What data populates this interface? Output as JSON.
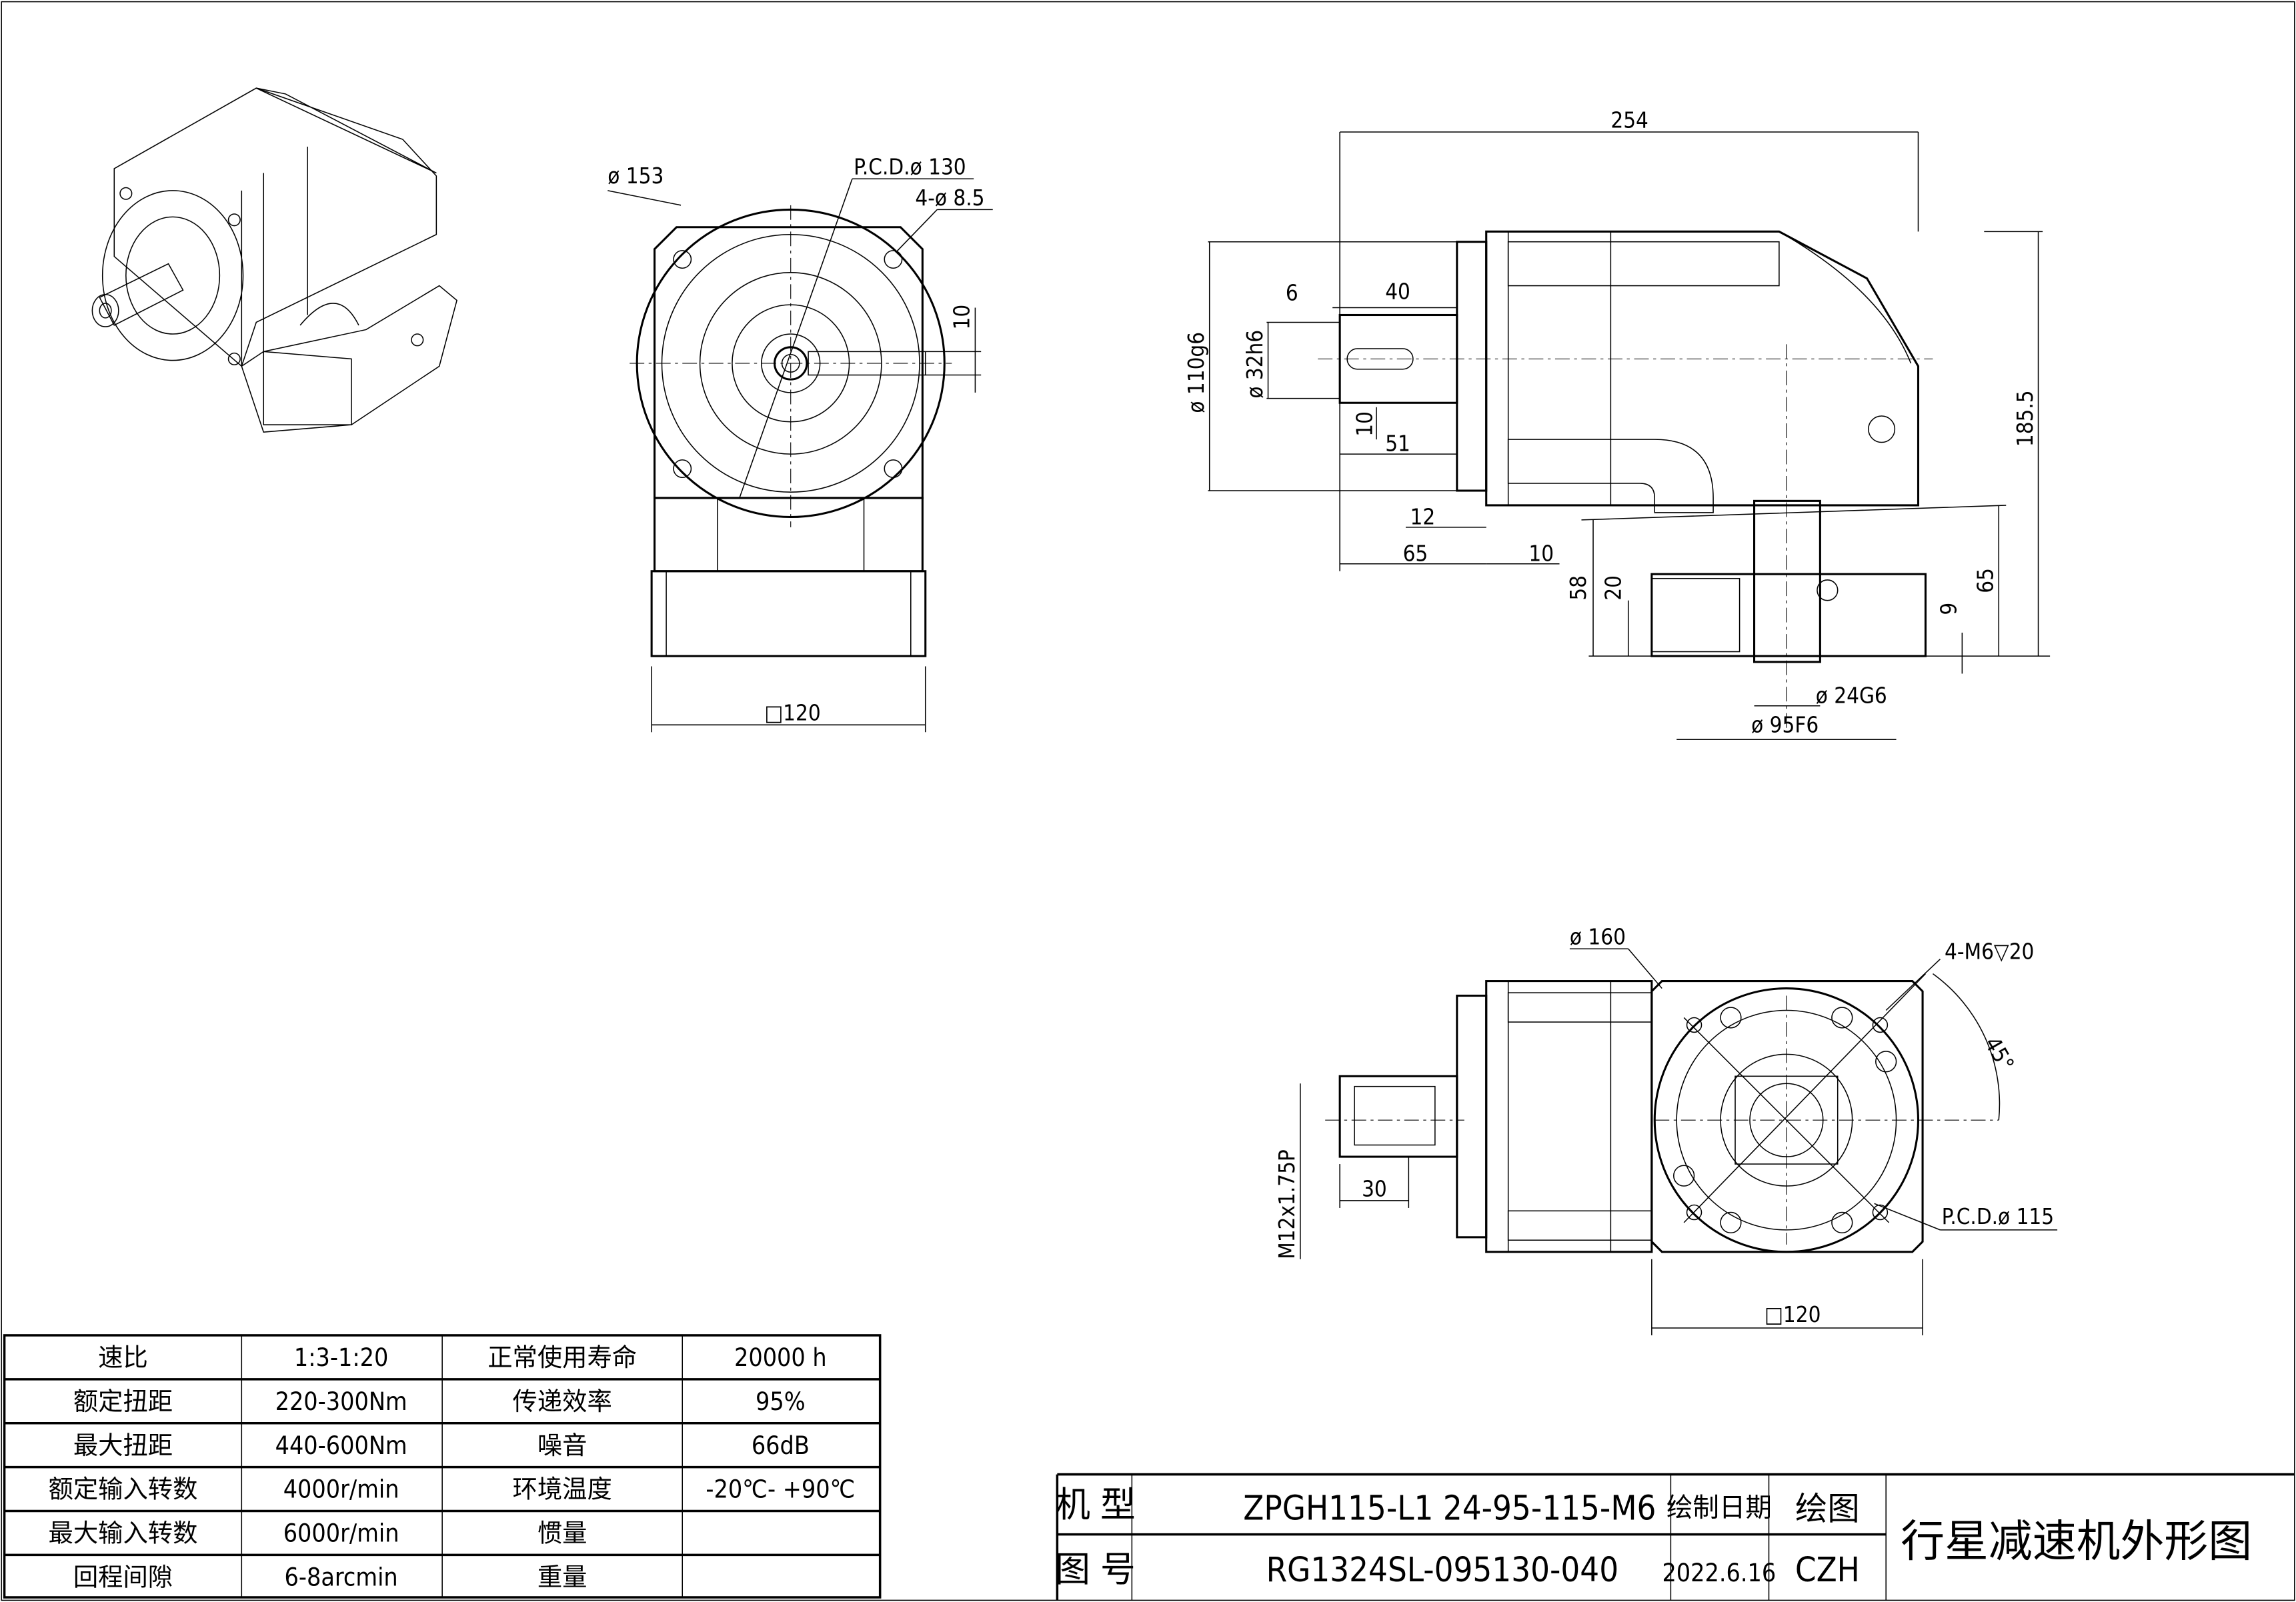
{
  "front_view": {
    "dims": {
      "flange_dia": "ø 153",
      "pcd": "P.C.D.ø 130",
      "holes": "4-ø 8.5",
      "key": "10",
      "square": "□120"
    }
  },
  "side_view": {
    "dims": {
      "length": "254",
      "d6": "6",
      "d40": "40",
      "flange_fit": "ø 110g6",
      "shaft": "ø 32h6",
      "key10": "10",
      "d51": "51",
      "d12": "12",
      "d65": "65",
      "d10": "10",
      "height": "185.5",
      "d58": "58",
      "d20": "20",
      "d65b": "65",
      "d9": "9",
      "out_shaft": "ø 24G6",
      "out_fit": "ø 95F6"
    }
  },
  "bottom_view": {
    "dims": {
      "dia160": "ø 160",
      "thread_holes": "4-M6▽20",
      "angle": "45°",
      "center_thread": "M12x1.75P",
      "d30": "30",
      "pcd": "P.C.D.ø 115",
      "square": "□120"
    }
  },
  "spec_table": {
    "rows": [
      [
        "速比",
        "1:3-1:20",
        "正常使用寿命",
        "20000  h"
      ],
      [
        "额定扭距",
        "220-300Nm",
        "传递效率",
        "95%"
      ],
      [
        "最大扭距",
        "440-600Nm",
        "噪音",
        "66dB"
      ],
      [
        "额定输入转数",
        "4000r/min",
        "环境温度",
        "-20℃- +90℃"
      ],
      [
        "最大输入转数",
        "6000r/min",
        "惯量",
        ""
      ],
      [
        "回程间隙",
        "6-8arcmin",
        "重量",
        ""
      ]
    ]
  },
  "title_block": {
    "model_label": "机 型",
    "model_value": "ZPGH115-L1 24-95-115-M6",
    "drawing_no_label": "图 号",
    "drawing_no_value": "RG1324SL-095130-040",
    "date_label": "绘制日期",
    "date_value": "2022.6.16",
    "drawn_label": "绘图",
    "drawn_value": "CZH",
    "title": "行星减速机外形图"
  }
}
